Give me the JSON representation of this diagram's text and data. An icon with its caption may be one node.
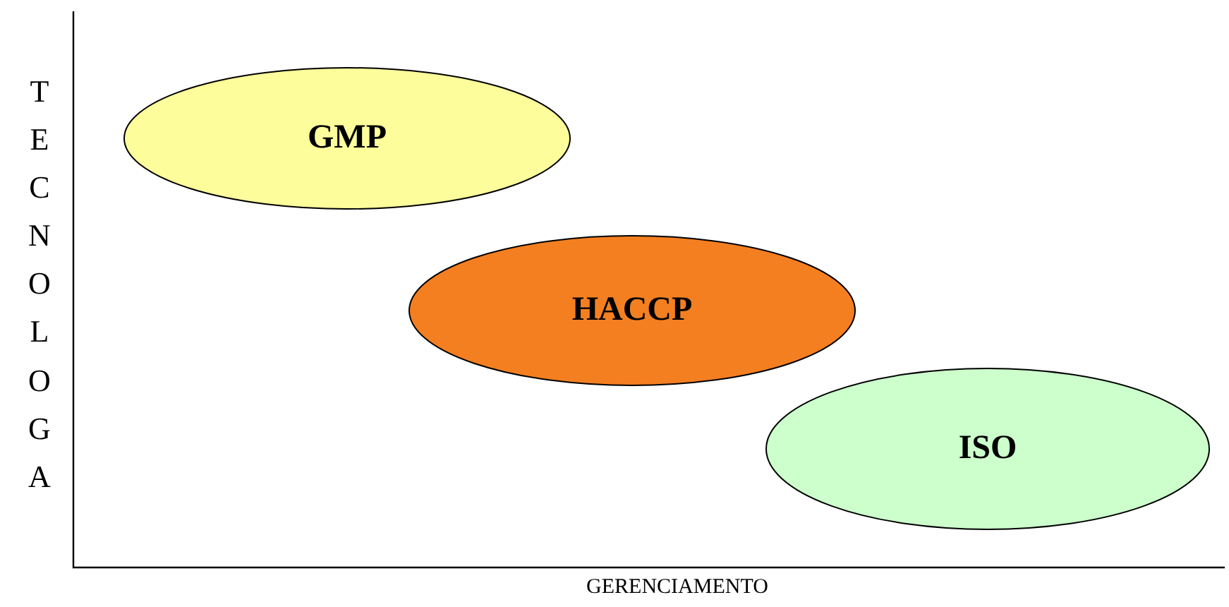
{
  "diagram": {
    "nodes": [
      {
        "text": [
          "GMP"
        ]
      },
      {
        "text": [
          "HACCP"
        ]
      },
      {
        "text": [
          "ISO"
        ]
      }
    ],
    "labels": [
      "TECNOLOGA",
      "GERENCIAMENTO"
    ]
  }
}
